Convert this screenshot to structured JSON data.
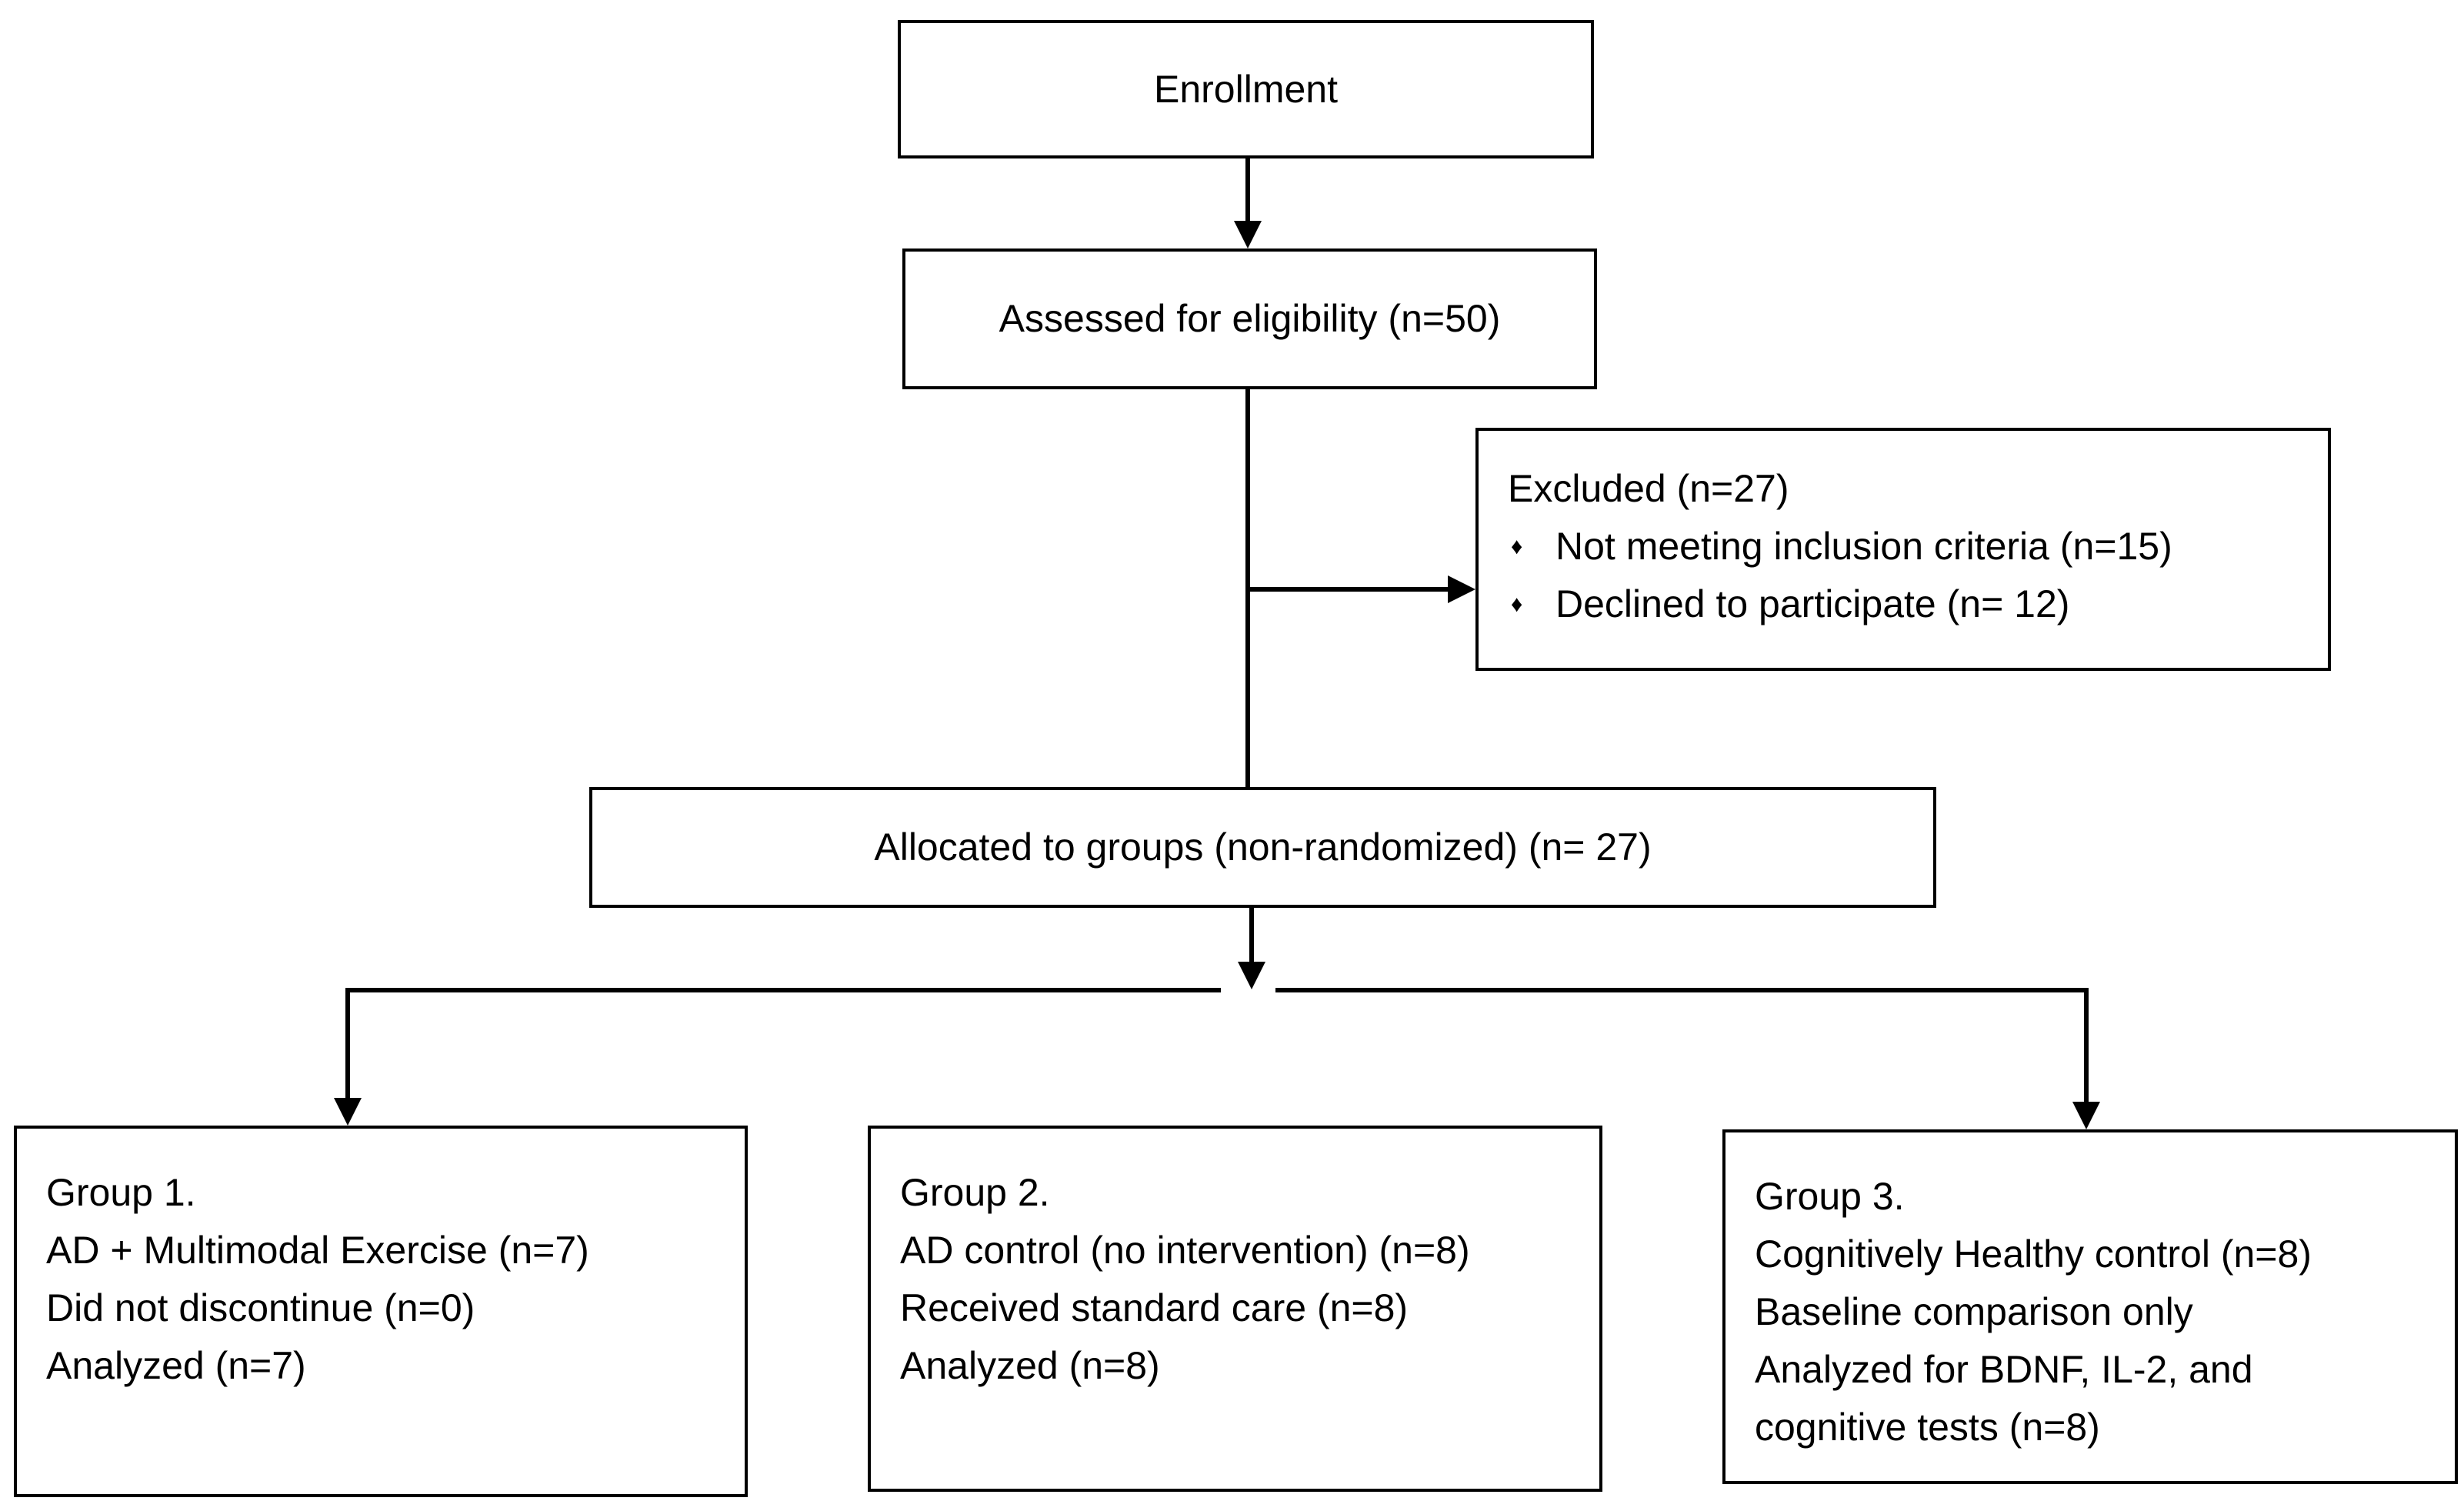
{
  "enrollment": {
    "label": "Enrollment"
  },
  "assessed": {
    "label": "Assessed for eligibility (n=50)"
  },
  "excluded": {
    "title": "Excluded (n=27)",
    "bullet_symbol": "♦",
    "items": [
      "Not meeting inclusion criteria (n=15)",
      "Declined to participate (n= 12)"
    ]
  },
  "allocated": {
    "label": "Allocated to groups (non-randomized) (n= 27)"
  },
  "groups": [
    {
      "lines": [
        "Group 1.",
        "AD + Multimodal Exercise (n=7)",
        "Did not discontinue (n=0)",
        "Analyzed (n=7)"
      ]
    },
    {
      "lines": [
        "Group 2.",
        "AD control (no intervention) (n=8)",
        "Received standard care (n=8)",
        "Analyzed (n=8)"
      ]
    },
    {
      "lines": [
        "Group 3.",
        "Cognitively Healthy control (n=8)",
        "Baseline comparison only",
        "Analyzed for BDNF, IL-2, and",
        "cognitive tests (n=8)"
      ]
    }
  ]
}
